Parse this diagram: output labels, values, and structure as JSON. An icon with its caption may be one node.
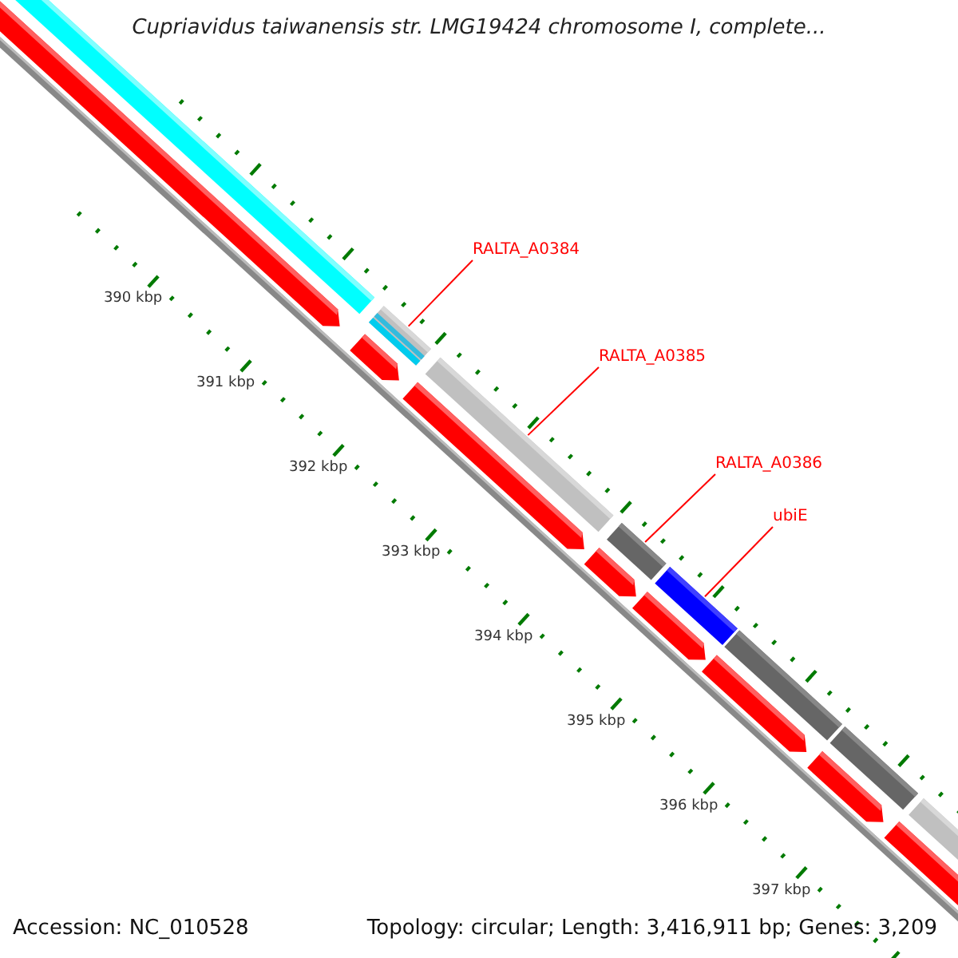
{
  "diagram": {
    "title": "Cupriavidus taiwanensis str. LMG19424 chromosome I, complete...",
    "nodes": [
      {
        "text": [
          "RALTA_A0384"
        ]
      },
      {
        "text": [],
        "shape": "bar"
      },
      {
        "text": [
          "RALTA_A0385"
        ]
      },
      {
        "text": [],
        "shape": "bar"
      },
      {
        "text": [
          "RALTA_A0386"
        ]
      },
      {
        "text": [],
        "shape": "bar"
      },
      {
        "text": [
          "ubiE"
        ]
      },
      {
        "text": [],
        "shape": "bar"
      }
    ],
    "edges": [
      {
        "from": 0,
        "to": 1,
        "arrow": "none"
      },
      {
        "from": 2,
        "to": 3,
        "arrow": "none"
      },
      {
        "from": 4,
        "to": 5,
        "arrow": "none"
      },
      {
        "from": 6,
        "to": 7,
        "arrow": "none"
      }
    ],
    "labels": [
      "390 kbp",
      "391 kbp",
      "392 kbp",
      "393 kbp",
      "394 kbp",
      "395 kbp",
      "396 kbp",
      "397 kbp",
      "Accession: NC_010528",
      "Topology: circular; Length: 3,416,911 bp; Genes: 3,209"
    ]
  }
}
